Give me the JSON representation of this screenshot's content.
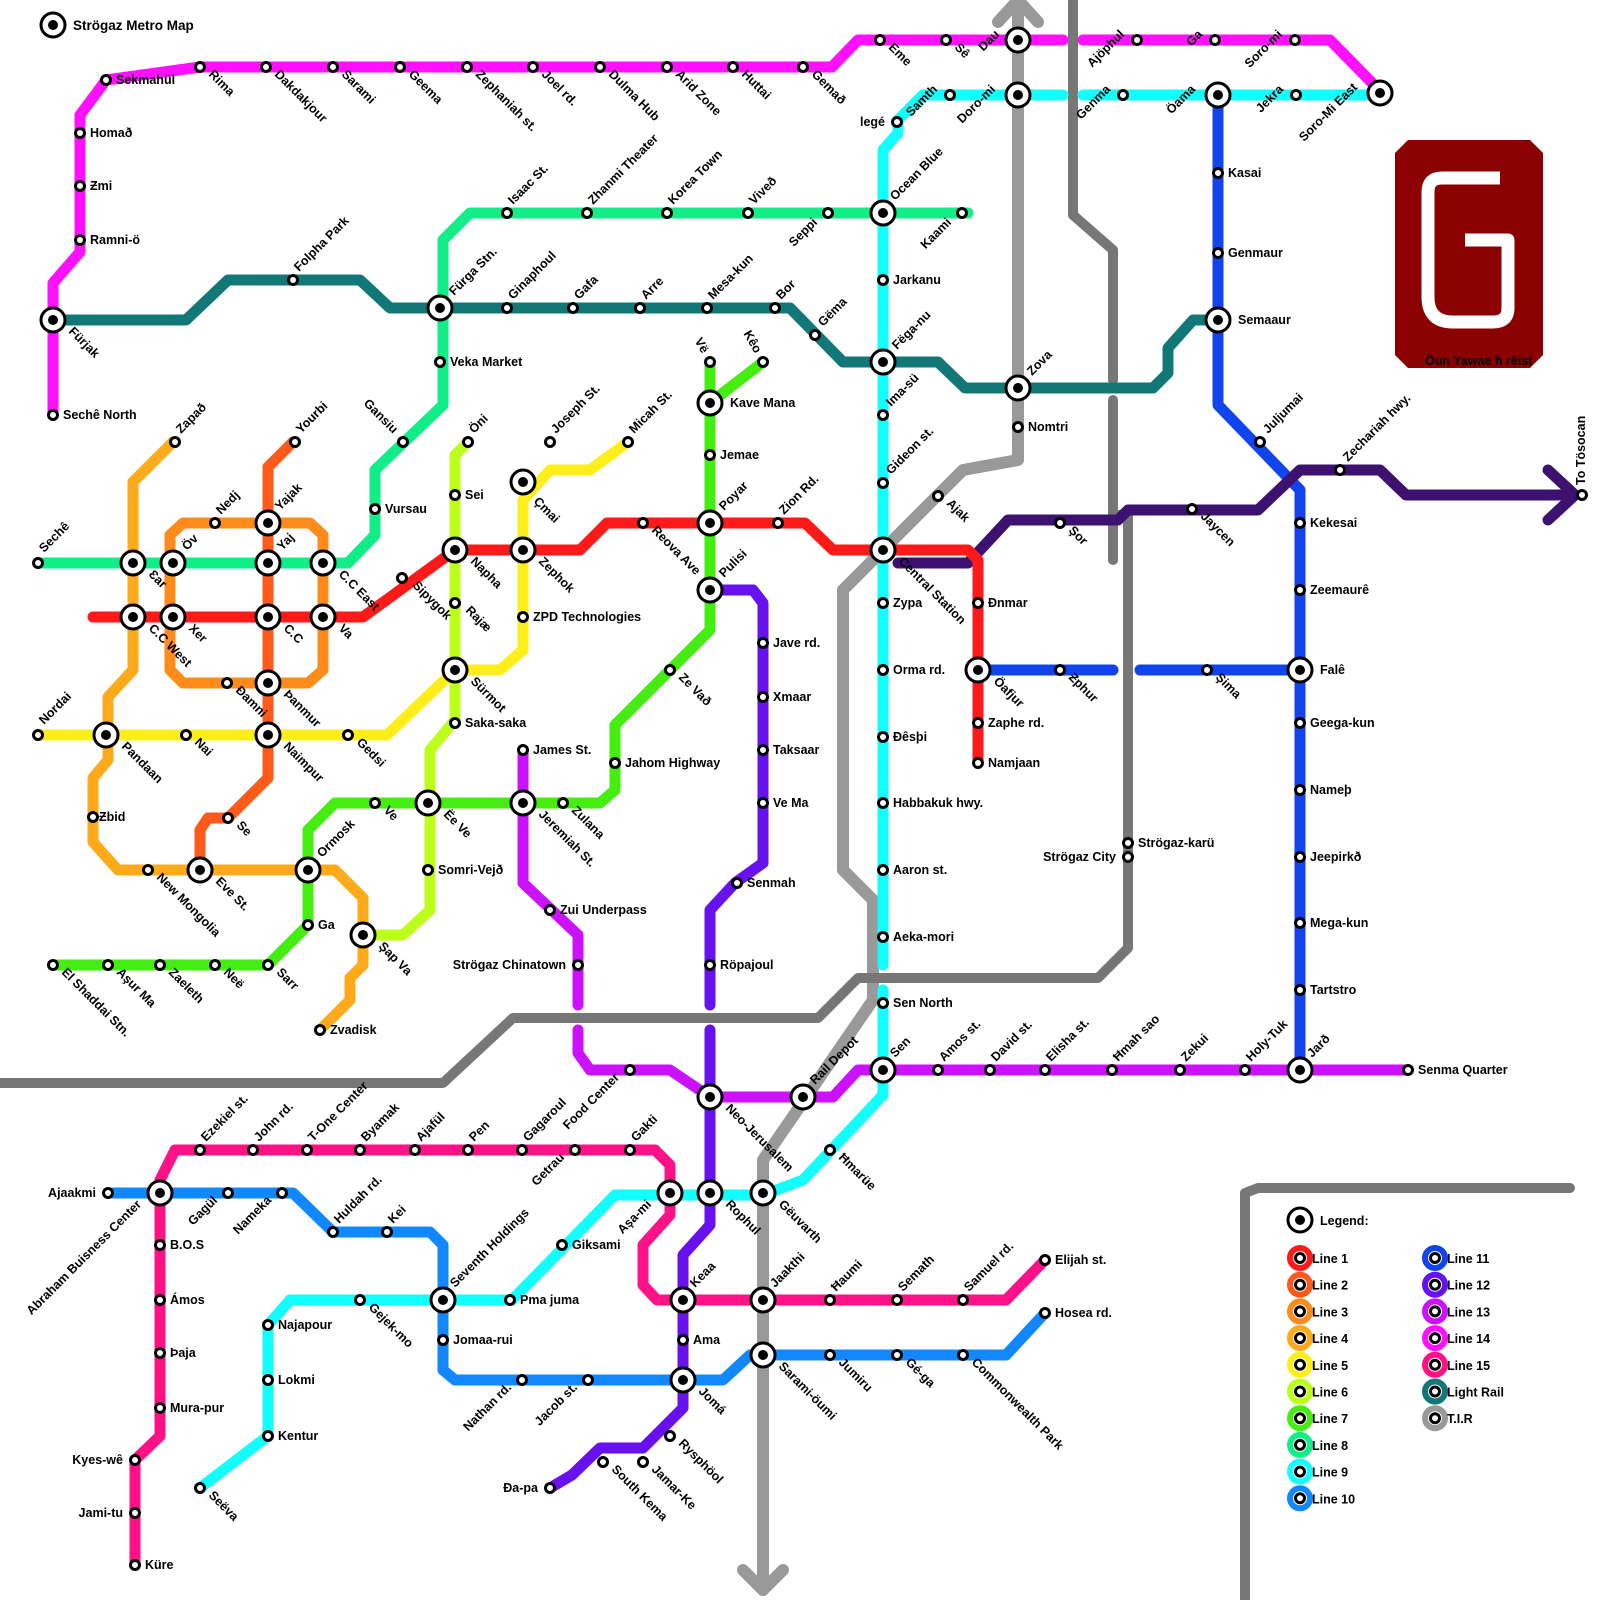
{
  "title": "Strögaz Metro Map",
  "logo": {
    "name": "logo-icon",
    "caption": "Öun Yawae ħ rëist"
  },
  "outbound": {
    "label": "To Tösocan",
    "icon": "arrow-right-icon"
  },
  "legend": {
    "title": "Legend:",
    "items": [
      {
        "label": "Line 1",
        "color": "#ff1a1a"
      },
      {
        "label": "Line 2",
        "color": "#ff5a1a"
      },
      {
        "label": "Line 3",
        "color": "#ff8c1a"
      },
      {
        "label": "Line 4",
        "color": "#ffaa1a"
      },
      {
        "label": "Line 5",
        "color": "#ffee1a"
      },
      {
        "label": "Line 6",
        "color": "#bbff1a"
      },
      {
        "label": "Line 7",
        "color": "#44ee11"
      },
      {
        "label": "Line 8",
        "color": "#11ee88"
      },
      {
        "label": "Line 9",
        "color": "#11ffff"
      },
      {
        "label": "Line 10",
        "color": "#1188ff"
      },
      {
        "label": "Line 11",
        "color": "#1144ee"
      },
      {
        "label": "Line 12",
        "color": "#6611ee"
      },
      {
        "label": "Line 13",
        "color": "#cc11ff"
      },
      {
        "label": "Line 14",
        "color": "#ff11ff"
      },
      {
        "label": "Line 15",
        "color": "#ff1188"
      },
      {
        "label": "Light Rail",
        "color": "#117777"
      },
      {
        "label": "T.I.R",
        "color": "#999999"
      }
    ]
  },
  "colors": {
    "tir": "#999999",
    "tir_dark": "#777777",
    "line1": "#ff1a1a",
    "line2": "#ff5a1a",
    "line3": "#ff8c1a",
    "line4": "#ffaa1a",
    "line5": "#ffee1a",
    "line6": "#bbff1a",
    "line7": "#44ee11",
    "line8": "#11ee88",
    "line9": "#11ffff",
    "line10": "#1188ff",
    "line11": "#1144ee",
    "line12": "#6611ee",
    "line13": "#cc11ff",
    "line14": "#ff11ff",
    "line15": "#ff1188",
    "light_rail": "#117777",
    "purple": "#3d1170",
    "logo": "#8b0000"
  },
  "stations": [
    "Sekmahül",
    "Rima",
    "Dakdakjour",
    "Sarami",
    "Geema",
    "Zephaniah st.",
    "Joel rd.",
    "Dulma Hub",
    "Arid Zone",
    "Huttai",
    "Gemað",
    "Eme",
    "Sê",
    "Dau",
    "Ajöphul",
    "Ga",
    "Soro-mi",
    "Soro-Mi East",
    "Genma",
    "Öama",
    "Jekra",
    "legé",
    "Samth",
    "Doro-mi",
    "Homað",
    "Ƶmi",
    "Ramni-ö",
    "Fürjak",
    "Sechê North",
    "Isaac St.",
    "Zhanmi Theater",
    "Korea Town",
    "Viveð",
    "Seppi",
    "Ocean Blue",
    "Kaami",
    "Kasai",
    "Genmaur",
    "Semaaur",
    "Folpha Park",
    "Fürga Stn.",
    "Ginaphoul",
    "Gafa",
    "Arre",
    "Mesa-kun",
    "Bor",
    "Gëma",
    "Jarkanu",
    "Fëga-nu",
    "Zova",
    "Nomtri",
    "Veka Market",
    "Vë",
    "Kêo",
    "Kave Mana",
    "Jemae",
    "Ima-sü",
    "Gideon st.",
    "Juljumai",
    "Zechariah hwy.",
    "Gansiu",
    "Vursau",
    "Zapað",
    "Yourbi",
    "Yajak",
    "Nedj",
    "Öni",
    "Sei",
    "Joseph St.",
    "Micah St.",
    "Çmai",
    "Poyar",
    "Zion Rd.",
    "Ajak",
    "Şor",
    "Jaycen",
    "Kekesai",
    "Sechê",
    "Ɛar",
    "Öv",
    "Yaj",
    "C.C East",
    "C.C West",
    "Xer",
    "C.C",
    "Va",
    "Sipygok",
    "Napha",
    "Rajæ",
    "Zephok",
    "ZPD Technologies",
    "Reova Ave",
    "Pulisi",
    "Central Station",
    "Zypa",
    "Ɖnmar",
    "Zeemaurê",
    "Nordai",
    "Pandaan",
    "Nai",
    "Ɖamni",
    "Þanmur",
    "Naimpur",
    "Gedsi",
    "Sürmot",
    "Saka-saka",
    "Jave rd.",
    "Ze Vað",
    "Orma rd.",
    "Öafjur",
    "Ƶphur",
    "Şima",
    "Falê",
    "Zaphe rd.",
    "Namjaan",
    "Geega-kun",
    "James St.",
    "Xmaar",
    "Jahom Highway",
    "Taksaar",
    "Ɖêsþi",
    "Ve Ma",
    "Habbakuk hwy.",
    "Ƶbid",
    "Se",
    "Ve",
    "Ormosk",
    "Ëe Ve",
    "Jeremiah St.",
    "Zulana",
    "Somri-Vejð",
    "Nameþ",
    "Jeepirkð",
    "Aaron st.",
    "Senmah",
    "Strögaz City",
    "Strögaz-karü",
    "New Mongolia",
    "Eve St.",
    "Ga",
    "Zui Underpass",
    "Mega-kun",
    "Aeka-mori",
    "Şap Va",
    "El Shaddai Stn.",
    "Aşur Ma",
    "Zaeleth",
    "Neë",
    "Sarr",
    "Strögaz Chinatown",
    "Röpajoul",
    "Tartstro",
    "Sen North",
    "Zvadisk",
    "Rail Depot",
    "Amos st.",
    "David st.",
    "Elisha st.",
    "Ħmah sao",
    "Zekui",
    "Holy-Tuk",
    "Jarð",
    "Sen",
    "Senma Quarter",
    "Neo-Jerusalem",
    "Food Center",
    "Ezekiel st.",
    "John rd.",
    "T-One Center",
    "Byamak",
    "Ajafül",
    "Pen",
    "Gagaroul",
    "Getrau",
    "Gakti",
    "Ħmarüe",
    "Ajaakmi",
    "Abraham Buisness Center",
    "Gagül",
    "Nameka",
    "Huldah rd.",
    "Kei",
    "Aşa-mi",
    "Rophul",
    "Gëuvarth",
    "Giksami",
    "B.O.S",
    "Seventh Holdings",
    "Keaa",
    "Jaakthi",
    "Ħaumi",
    "Semath",
    "Samuel rd.",
    "Elijah st.",
    "Ámos",
    "Najapour",
    "Gejek-mo",
    "Pma juma",
    "Jomaa-rui",
    "Ama",
    "Hosea rd.",
    "Lokmi",
    "Þaja",
    "Nathan rd.",
    "Jacob st.",
    "Jomá",
    "Sarami-öumi",
    "Jumiru",
    "Gé-ga",
    "Commonwealth Park",
    "Mura-pur",
    "Kentur",
    "Rysphöol",
    "Kyes-wê",
    "Ɖa-pa",
    "South Kema",
    "Jamar-Ke",
    "Seëva",
    "Jami-tu",
    "Küre"
  ]
}
